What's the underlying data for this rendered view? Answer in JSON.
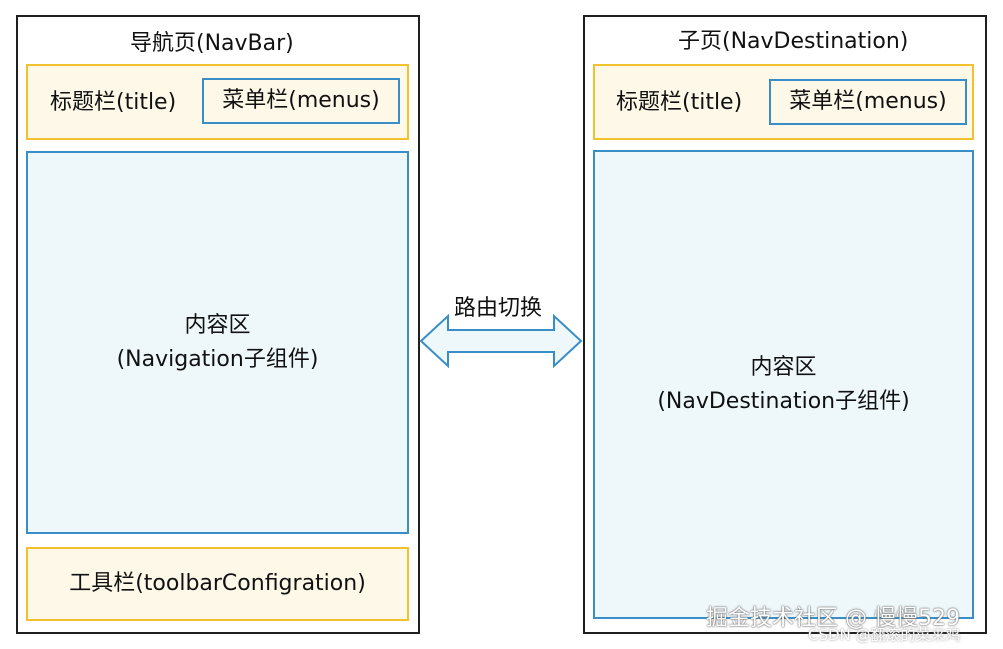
{
  "left": {
    "page_label": "导航页(NavBar)",
    "title_label": "标题栏(title)",
    "menu_label": "菜单栏(menus)",
    "content_line1": "内容区",
    "content_line2": "(Navigation子组件)",
    "toolbar_label": "工具栏(toolbarConfigration)"
  },
  "right": {
    "page_label": "子页(NavDestination)",
    "title_label": "标题栏(title)",
    "menu_label": "菜单栏(menus)",
    "content_line1": "内容区",
    "content_line2": "(NavDestination子组件)"
  },
  "connector": {
    "label": "路由切换"
  },
  "watermark": {
    "line1": "掘金技术社区 @ 慢慢529",
    "line2": "CSDN @翻滚的菜来鸡"
  },
  "colors": {
    "frame_border": "#1f1f1f",
    "title_bar_border": "#f2c12e",
    "title_bar_fill": "#fdf8e8",
    "content_border": "#3a8ec7",
    "content_fill": "#eef8fb",
    "arrow_fill": "#eef8fb",
    "arrow_stroke": "#3a8ec7"
  }
}
